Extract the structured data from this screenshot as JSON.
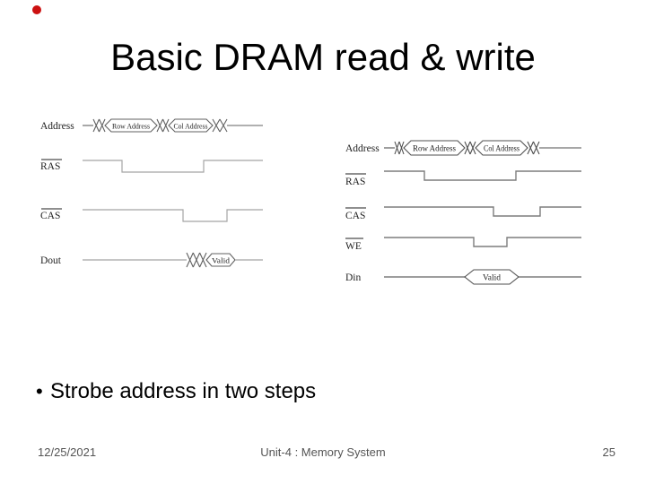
{
  "page": {
    "title": "Basic DRAM read & write",
    "bullet_marker": "•",
    "bullet_text": "Strobe address in two steps",
    "footer": {
      "date": "12/25/2021",
      "center": "Unit-4 : Memory System",
      "page_number": "25"
    }
  },
  "diagrams": {
    "read": {
      "description": "DRAM read timing diagram",
      "signals": {
        "address": "Address",
        "ras": "RAS",
        "cas": "CAS",
        "dout": "Dout"
      },
      "bus": {
        "row": "Row Address",
        "col": "Col Address",
        "valid": "Valid"
      }
    },
    "write": {
      "description": "DRAM write timing diagram",
      "signals": {
        "address": "Address",
        "ras": "RAS",
        "cas": "CAS",
        "we": "WE",
        "din": "Din"
      },
      "bus": {
        "row": "Row Address",
        "col": "Col Address",
        "valid": "Valid"
      }
    }
  },
  "colors": {
    "background": "#ffffff",
    "title_text": "#000000",
    "body_text": "#000000",
    "footer_text": "#545454",
    "diagram_label_text": "#1f1f1f",
    "read_wave_line": "#a5a5a5",
    "read_bus_line": "#606060",
    "write_wave_line": "#7d7d7d",
    "write_bus_line": "#4f4f4f",
    "record_dot": "#cc1111"
  }
}
